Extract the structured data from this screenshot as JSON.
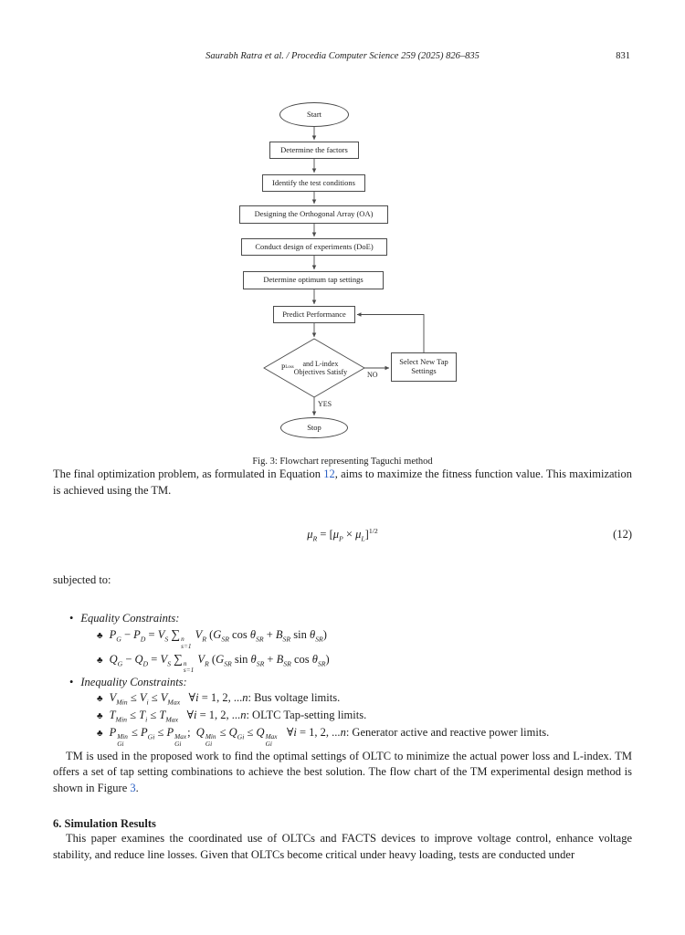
{
  "colors": {
    "link_blue": "#2a5fc4",
    "text": "#1c1c1c",
    "flowchart_stroke": "#4a4a4a"
  },
  "header": {
    "citation": "Saurabh Ratra  et al. / Procedia Computer Science 259 (2025) 826–835",
    "page_number": "831"
  },
  "flowchart": {
    "nodes": {
      "start": "Start",
      "step1": "Determine the factors",
      "step2": "Identify the test conditions",
      "step3": "Designing the Orthogonal Array (OA)",
      "step4": "Conduct design of experiments (DoE)",
      "step5": "Determine optimum tap settings",
      "step6": "Predict Performance",
      "decision_html": "P<sub>Loss</sub> and L-index<br>Objectives Satisfy",
      "select": "Select New Tap Settings",
      "stop": "Stop",
      "no_label": "NO",
      "yes_label": "YES"
    },
    "caption": "Fig. 3: Flowchart representing Taguchi method"
  },
  "para1": {
    "before": "The final optimization problem, as formulated in Equation ",
    "link": "12",
    "after": ", aims to maximize the fitness function value. This maximization is achieved using the TM."
  },
  "equation": {
    "body_html": "<i>μ<sub>R</sub></i> = [<i>μ<sub>P</sub></i> × <i>μ<sub>L</sub></i>]<sup>1/2</sup>",
    "number": "(12)"
  },
  "subjected_to": "subjected to:",
  "constraints": {
    "equality_title": "Equality Constraints:",
    "eq1_html": "<i>P<sub>G</sub></i> − <i>P<sub>D</sub></i> = <i>V<sub>S</sub></i> <span class='sum'>∑</span><span class='ss'><span>n</span><span>s=1</span></span> <i>V<sub>R</sub></i> (<i>G<sub>SR</sub></i> cos <i>θ<sub>SR</sub></i> + <i>B<sub>SR</sub></i> sin <i>θ<sub>SR</sub></i>)",
    "eq2_html": "<i>Q<sub>G</sub></i> − <i>Q<sub>D</sub></i> = <i>V<sub>S</sub></i> <span class='sum'>∑</span><span class='ss'><span>n</span><span>s=1</span></span> <i>V<sub>R</sub></i> (<i>G<sub>SR</sub></i> sin <i>θ<sub>SR</sub></i> + <i>B<sub>SR</sub></i> cos <i>θ<sub>SR</sub></i>)",
    "inequality_title": "Inequality Constraints:",
    "ineq1_html": "<i>V<sub>Min</sub></i> ≤ <i>V<sub>i</sub></i> ≤ <i>V<sub>Max</sub></i>&nbsp;&nbsp;&nbsp;<i>∀i</i> = 1, 2, ...<i>n</i>: Bus voltage limits.",
    "ineq2_html": "<i>T<sub>Min</sub></i> ≤ <i>T<sub>i</sub></i> ≤ <i>T<sub>Max</sub></i>&nbsp;&nbsp;&nbsp;<i>∀i</i> = 1, 2, ...<i>n</i>: OLTC Tap-setting limits.",
    "ineq3_html": "<i>P</i><span class='ss'><span>Min</span><span>Gi</span></span> ≤ <i>P<sub>Gi</sub></i> ≤ <i>P</i><span class='ss'><span>Max</span><span>Gi</span></span>;&nbsp;&nbsp;<i>Q</i><span class='ss'><span>Min</span><span>Gi</span></span> ≤ <i>Q<sub>Gi</sub></i> ≤ <i>Q</i><span class='ss'><span>Max</span><span>Gi</span></span>&nbsp;&nbsp;&nbsp;<i>∀i</i> = 1, 2, ...<i>n</i>: Generator active and reactive power limits."
  },
  "para2": {
    "before": "TM is used in the proposed work to find the optimal settings of OLTC to minimize the actual power loss and L-index. TM offers a set of tap setting combinations to achieve the best solution. The flow chart of the TM experimental design method is shown in Figure ",
    "link": "3",
    "after": "."
  },
  "section6": {
    "heading": "6. Simulation Results",
    "para": "This paper examines the coordinated use of OLTCs and FACTS devices to improve voltage control, enhance voltage stability, and reduce line losses. Given that OLTCs become critical under heavy loading, tests are conducted under"
  }
}
